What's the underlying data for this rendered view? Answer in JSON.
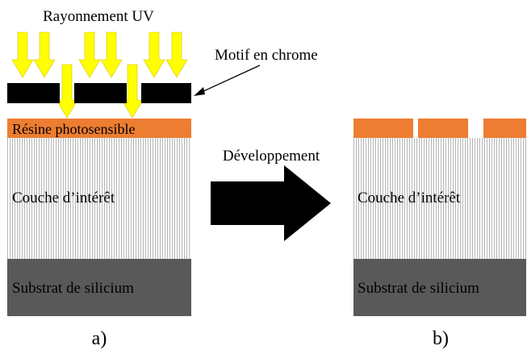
{
  "title": "Rayonnement UV",
  "chrome_label": "Motif en chrome",
  "left": {
    "resist_label": "Résine photosensible",
    "layer_label": "Couche d’intérêt",
    "substrate_label": "Substrat de silicium",
    "panel_label": "a)"
  },
  "process_label": "Développement",
  "right": {
    "layer_label": "Couche d’intérêt",
    "substrate_label": "Substrat de silicium",
    "panel_label": "b)"
  },
  "colors": {
    "uv_arrow": "#ffff00",
    "resist": "#ed7d31",
    "substrate": "#595959",
    "chrome": "#000000",
    "layer_stripes": "#b0b0b0"
  }
}
